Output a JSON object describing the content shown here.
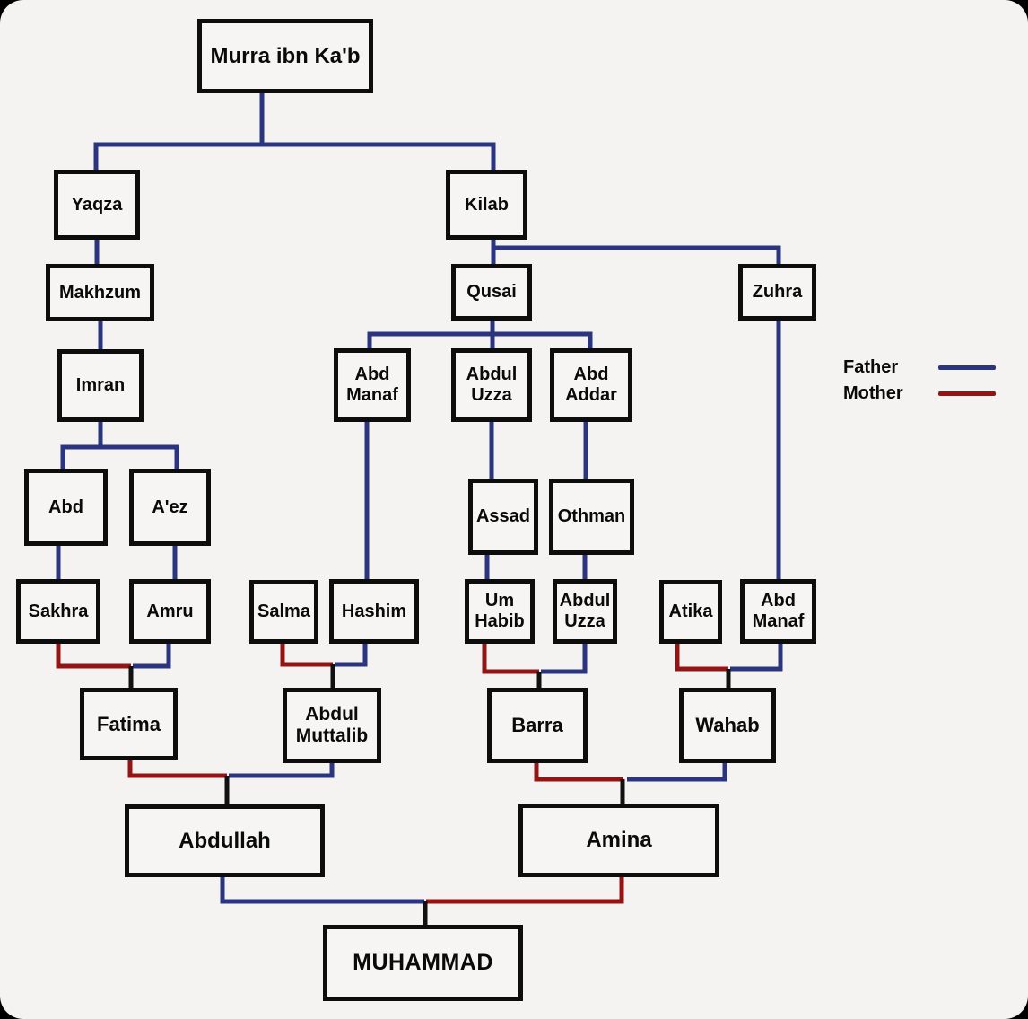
{
  "legend": {
    "father_label": "Father",
    "mother_label": "Mother",
    "father_color": "#2b347f",
    "mother_color": "#941414"
  },
  "colors": {
    "box_border": "#0d0d0d",
    "child_connector": "#111111",
    "background": "#f4f3f2"
  },
  "nodes": {
    "murra": "Murra ibn Ka'b",
    "yaqza": "Yaqza",
    "kilab": "Kilab",
    "makhzum": "Makhzum",
    "qusai": "Qusai",
    "zuhra": "Zuhra",
    "imran": "Imran",
    "abd_manaf_1": "Abd Manaf",
    "abdul_uzza_1": "Abdul Uzza",
    "abd_addar": "Abd Addar",
    "abd": "Abd",
    "aez": "A'ez",
    "assad": "Assad",
    "othman": "Othman",
    "sakhra": "Sakhra",
    "amru": "Amru",
    "salma": "Salma",
    "hashim": "Hashim",
    "um_habib": "Um Habib",
    "abdul_uzza_2": "Abdul Uzza",
    "atika": "Atika",
    "abd_manaf_2": "Abd Manaf",
    "fatima": "Fatima",
    "abdul_muttalib": "Abdul Muttalib",
    "barra": "Barra",
    "wahab": "Wahab",
    "abdullah": "Abdullah",
    "amina": "Amina",
    "muhammad": "MUHAMMAD"
  },
  "edges": [
    {
      "parent": "Murra ibn Ka'b",
      "child": "Yaqza",
      "role": "father"
    },
    {
      "parent": "Murra ibn Ka'b",
      "child": "Kilab",
      "role": "father"
    },
    {
      "parent": "Yaqza",
      "child": "Makhzum",
      "role": "father"
    },
    {
      "parent": "Makhzum",
      "child": "Imran",
      "role": "father"
    },
    {
      "parent": "Imran",
      "child": "Abd",
      "role": "father"
    },
    {
      "parent": "Imran",
      "child": "A'ez",
      "role": "father"
    },
    {
      "parent": "Abd",
      "child": "Sakhra",
      "role": "father"
    },
    {
      "parent": "A'ez",
      "child": "Amru",
      "role": "father"
    },
    {
      "parent": "Kilab",
      "child": "Qusai",
      "role": "father"
    },
    {
      "parent": "Kilab",
      "child": "Zuhra",
      "role": "father"
    },
    {
      "parent": "Qusai",
      "child": "Abd Manaf",
      "role": "father"
    },
    {
      "parent": "Qusai",
      "child": "Abdul Uzza",
      "role": "father"
    },
    {
      "parent": "Qusai",
      "child": "Abd Addar",
      "role": "father"
    },
    {
      "parent": "Abd Manaf",
      "child": "Hashim",
      "role": "father"
    },
    {
      "parent": "Abdul Uzza",
      "child": "Assad",
      "role": "father"
    },
    {
      "parent": "Abd Addar",
      "child": "Othman",
      "role": "father"
    },
    {
      "parent": "Assad",
      "child": "Um Habib",
      "role": "father"
    },
    {
      "parent": "Othman",
      "child": "Abdul Uzza",
      "role": "father"
    },
    {
      "parent": "Zuhra",
      "child": "Abd Manaf",
      "role": "father"
    },
    {
      "parent": "Sakhra",
      "child": "Fatima",
      "role": "mother"
    },
    {
      "parent": "Amru",
      "child": "Fatima",
      "role": "father"
    },
    {
      "parent": "Salma",
      "child": "Abdul Muttalib",
      "role": "mother"
    },
    {
      "parent": "Hashim",
      "child": "Abdul Muttalib",
      "role": "father"
    },
    {
      "parent": "Um Habib",
      "child": "Barra",
      "role": "mother"
    },
    {
      "parent": "Abdul Uzza",
      "child": "Barra",
      "role": "father"
    },
    {
      "parent": "Atika",
      "child": "Wahab",
      "role": "mother"
    },
    {
      "parent": "Abd Manaf",
      "child": "Wahab",
      "role": "father"
    },
    {
      "parent": "Fatima",
      "child": "Abdullah",
      "role": "mother"
    },
    {
      "parent": "Abdul Muttalib",
      "child": "Abdullah",
      "role": "father"
    },
    {
      "parent": "Barra",
      "child": "Amina",
      "role": "mother"
    },
    {
      "parent": "Wahab",
      "child": "Amina",
      "role": "father"
    },
    {
      "parent": "Abdullah",
      "child": "MUHAMMAD",
      "role": "father"
    },
    {
      "parent": "Amina",
      "child": "MUHAMMAD",
      "role": "mother"
    }
  ]
}
